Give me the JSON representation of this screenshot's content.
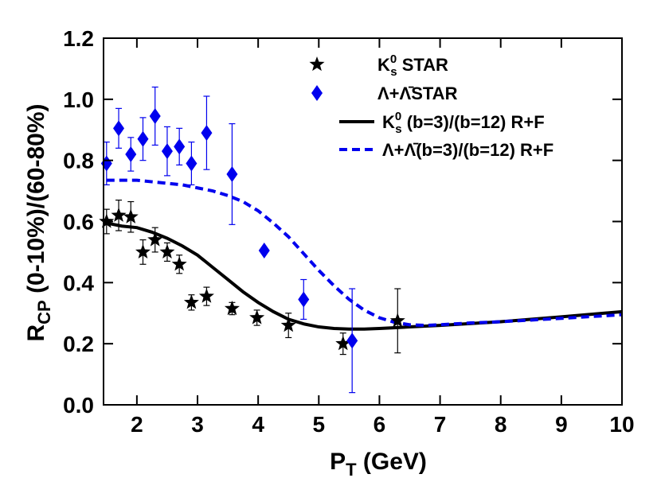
{
  "chart_data": {
    "type": "scatter",
    "xlabel": {
      "main": "P",
      "sub": "T",
      "rest": " (GeV)"
    },
    "ylabel": {
      "main": "R",
      "sub": "CP",
      "rest": " (0-10%)/(60-80%)"
    },
    "xlim": [
      1.45,
      10
    ],
    "ylim": [
      0,
      1.2
    ],
    "xticks": [
      2,
      3,
      4,
      5,
      6,
      7,
      8,
      9,
      10
    ],
    "yticks": [
      0.0,
      0.2,
      0.4,
      0.6,
      0.8,
      1.0,
      1.2
    ],
    "ytick_labels": [
      "0.0",
      "0.2",
      "0.4",
      "0.6",
      "0.8",
      "1.0",
      "1.2"
    ],
    "colors": {
      "k0s": "#000000",
      "lambda": "#0000ee"
    },
    "series": [
      {
        "key": "k0s_star",
        "name": "K0s STAR",
        "marker": "star",
        "color": "#000000",
        "points": [
          {
            "x": 1.5,
            "y": 0.6,
            "err": 0.04
          },
          {
            "x": 1.7,
            "y": 0.62,
            "err": 0.05
          },
          {
            "x": 1.9,
            "y": 0.615,
            "err": 0.05
          },
          {
            "x": 2.1,
            "y": 0.5,
            "err": 0.04
          },
          {
            "x": 2.3,
            "y": 0.54,
            "err": 0.04
          },
          {
            "x": 2.5,
            "y": 0.5,
            "err": 0.03
          },
          {
            "x": 2.7,
            "y": 0.46,
            "err": 0.03
          },
          {
            "x": 2.9,
            "y": 0.335,
            "err": 0.025
          },
          {
            "x": 3.15,
            "y": 0.355,
            "err": 0.03
          },
          {
            "x": 3.57,
            "y": 0.315,
            "err": 0.02
          },
          {
            "x": 3.98,
            "y": 0.285,
            "err": 0.025
          },
          {
            "x": 4.5,
            "y": 0.26,
            "err": 0.04
          },
          {
            "x": 5.4,
            "y": 0.2,
            "err": 0.035
          },
          {
            "x": 6.3,
            "y": 0.275,
            "err": 0.105
          }
        ]
      },
      {
        "key": "lambda_star",
        "name": "Λ+Λ̄ STAR",
        "marker": "diamond",
        "color": "#0000ee",
        "points": [
          {
            "x": 1.5,
            "y": 0.79,
            "err": 0.07
          },
          {
            "x": 1.7,
            "y": 0.905,
            "err": 0.065
          },
          {
            "x": 1.9,
            "y": 0.82,
            "err": 0.055
          },
          {
            "x": 2.1,
            "y": 0.87,
            "err": 0.07
          },
          {
            "x": 2.3,
            "y": 0.945,
            "err": 0.095
          },
          {
            "x": 2.5,
            "y": 0.83,
            "err": 0.08
          },
          {
            "x": 2.7,
            "y": 0.845,
            "err": 0.06
          },
          {
            "x": 2.9,
            "y": 0.79,
            "err": 0.07
          },
          {
            "x": 3.15,
            "y": 0.89,
            "err": 0.12
          },
          {
            "x": 3.57,
            "y": 0.755,
            "err": 0.165
          },
          {
            "x": 4.1,
            "y": 0.505,
            "err": 0.0
          },
          {
            "x": 4.75,
            "y": 0.345,
            "err": 0.065
          },
          {
            "x": 5.55,
            "y": 0.21,
            "err": 0.17
          }
        ]
      },
      {
        "key": "k0s_model",
        "name": "K0s (b=3)/(b=12) R+F",
        "type": "line",
        "dash": "solid",
        "color": "#000000",
        "x": [
          1.5,
          1.75,
          2.0,
          2.25,
          2.5,
          2.75,
          3.0,
          3.25,
          3.5,
          3.75,
          4.0,
          4.25,
          4.5,
          4.75,
          5.0,
          5.25,
          5.5,
          5.75,
          6.0,
          6.5,
          7.0,
          8.0,
          9.0,
          10.0
        ],
        "y": [
          0.595,
          0.585,
          0.58,
          0.565,
          0.545,
          0.52,
          0.49,
          0.45,
          0.41,
          0.37,
          0.335,
          0.305,
          0.28,
          0.265,
          0.255,
          0.25,
          0.248,
          0.248,
          0.25,
          0.255,
          0.26,
          0.272,
          0.288,
          0.305
        ]
      },
      {
        "key": "lambda_model",
        "name": "Λ+Λ̄(b=3)/(b=12) R+F",
        "type": "line",
        "dash": "dashed",
        "color": "#0000ee",
        "x": [
          1.5,
          1.75,
          2.0,
          2.25,
          2.5,
          2.75,
          3.0,
          3.25,
          3.5,
          3.75,
          4.0,
          4.25,
          4.5,
          4.75,
          5.0,
          5.25,
          5.5,
          5.75,
          6.0,
          6.25,
          6.5,
          6.75,
          7.0,
          7.5,
          8.0,
          9.0,
          10.0
        ],
        "y": [
          0.735,
          0.735,
          0.735,
          0.73,
          0.725,
          0.72,
          0.71,
          0.7,
          0.685,
          0.665,
          0.635,
          0.595,
          0.55,
          0.495,
          0.44,
          0.39,
          0.345,
          0.31,
          0.285,
          0.27,
          0.262,
          0.26,
          0.262,
          0.268,
          0.272,
          0.283,
          0.295
        ]
      }
    ],
    "legend": {
      "placement": "top-right",
      "entries": [
        {
          "key": "k0s_star",
          "pre": "K",
          "sup": "0",
          "sub": "s",
          "post": " STAR"
        },
        {
          "key": "lambda_star",
          "pre": "Λ+Λ̄STAR",
          "sup": "",
          "sub": "",
          "post": ""
        },
        {
          "key": "k0s_model",
          "pre": "K",
          "sup": "0",
          "sub": "s",
          "post": " (b=3)/(b=12) R+F"
        },
        {
          "key": "lambda_model",
          "pre": "Λ+Λ̄(b=3)/(b=12) R+F",
          "sup": "",
          "sub": "",
          "post": ""
        }
      ]
    }
  }
}
